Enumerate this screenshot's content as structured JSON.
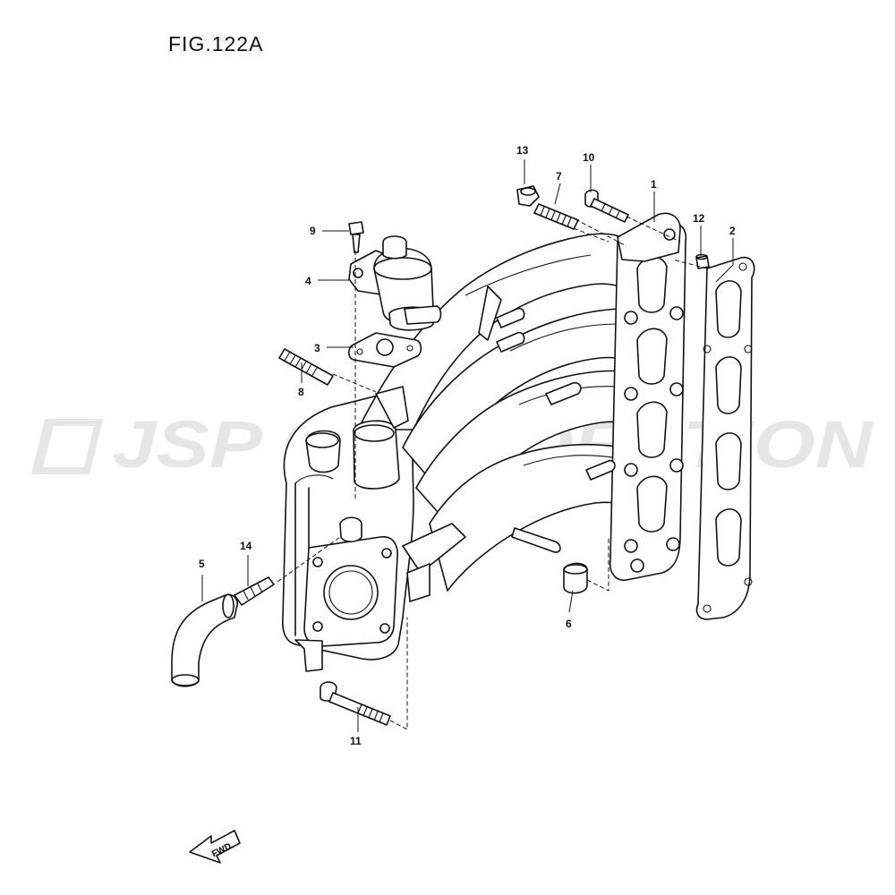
{
  "figure": {
    "title": "FIG.122A"
  },
  "watermark": {
    "text": "JSP CORPORATION",
    "color": "#e6e6e6"
  },
  "callouts": {
    "p1": "1",
    "p2": "2",
    "p3": "3",
    "p4": "4",
    "p5": "5",
    "p6": "6",
    "p7": "7",
    "p8": "8",
    "p9": "9",
    "p10": "10",
    "p11": "11",
    "p12": "12",
    "p13": "13",
    "p14": "14"
  },
  "direction_arrow": {
    "label": "FWD"
  },
  "colors": {
    "line": "#111111",
    "background": "#ffffff"
  }
}
